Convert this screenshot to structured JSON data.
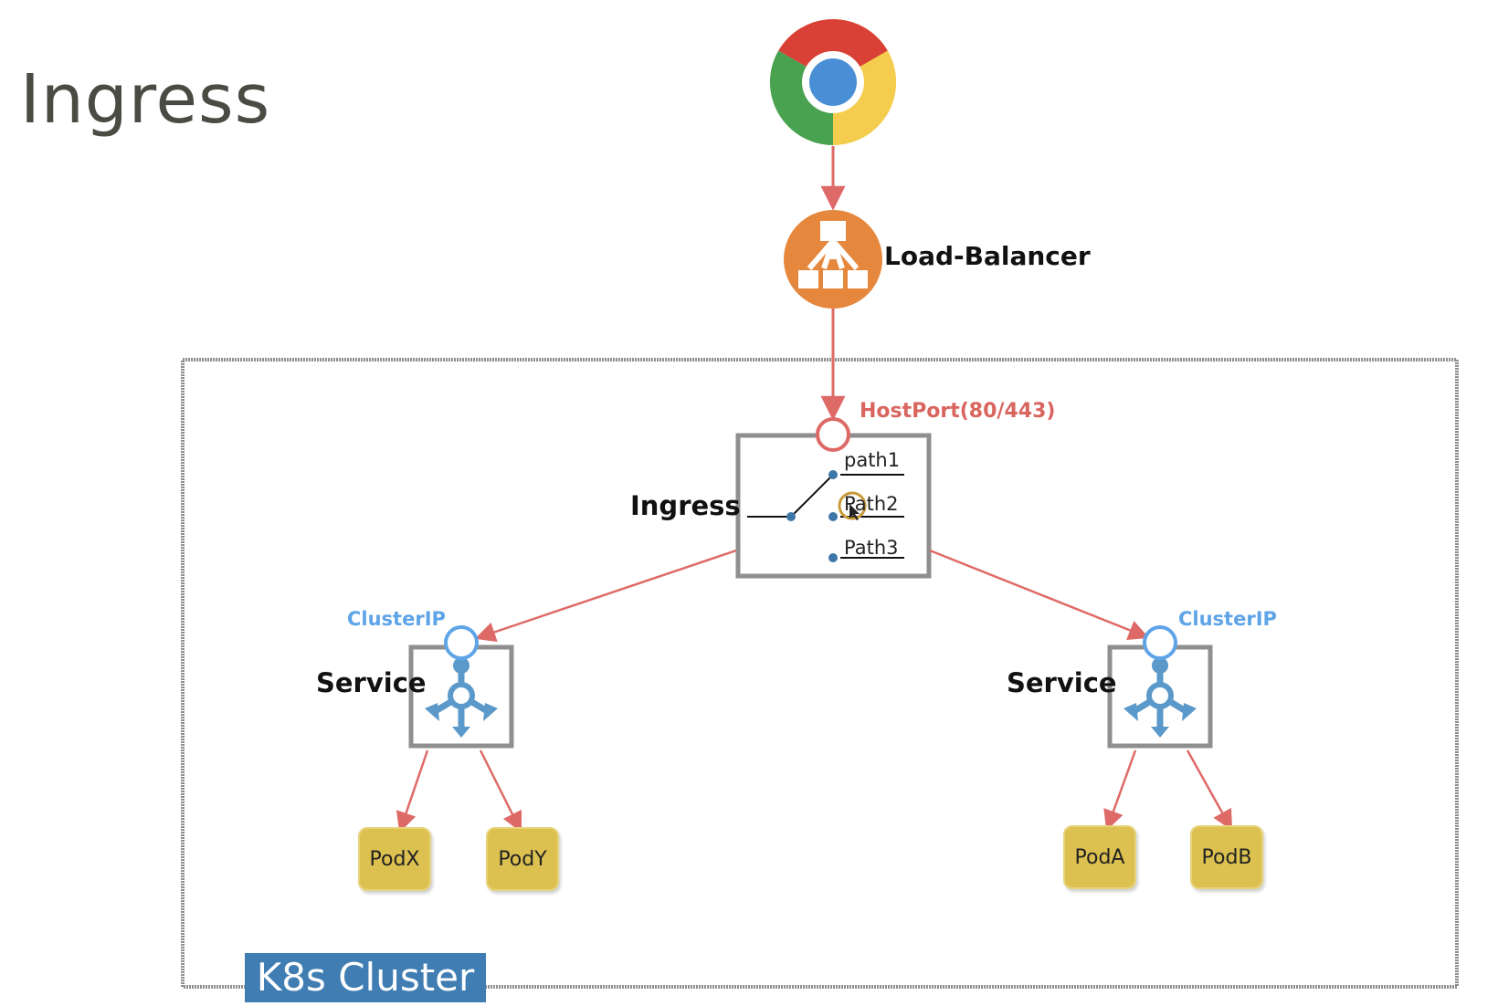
{
  "title": "Ingress",
  "browser": {
    "icon": "chrome-browser-icon"
  },
  "load_balancer": {
    "label": "Load-Balancer",
    "icon": "load-balancer-icon",
    "color": "#e5883e"
  },
  "host_port": {
    "label": "HostPort(80/443)",
    "color": "#d9655f"
  },
  "ingress": {
    "label": "Ingress",
    "paths": [
      "path1",
      "Path2",
      "Path3"
    ]
  },
  "services": [
    {
      "cluster_ip_label": "ClusterIP",
      "label": "Service",
      "pods": [
        "PodX",
        "PodY"
      ]
    },
    {
      "cluster_ip_label": "ClusterIP",
      "label": "Service",
      "pods": [
        "PodA",
        "PodB"
      ]
    }
  ],
  "cluster": {
    "label": "K8s Cluster"
  },
  "colors": {
    "arrow": "#de6a67",
    "service_icon": "#5a99c9",
    "cluster_ip": "#5ea5e8",
    "pod": "#dcc150",
    "cluster_badge": "#3f7db2",
    "frame": "#8f8f8f"
  }
}
